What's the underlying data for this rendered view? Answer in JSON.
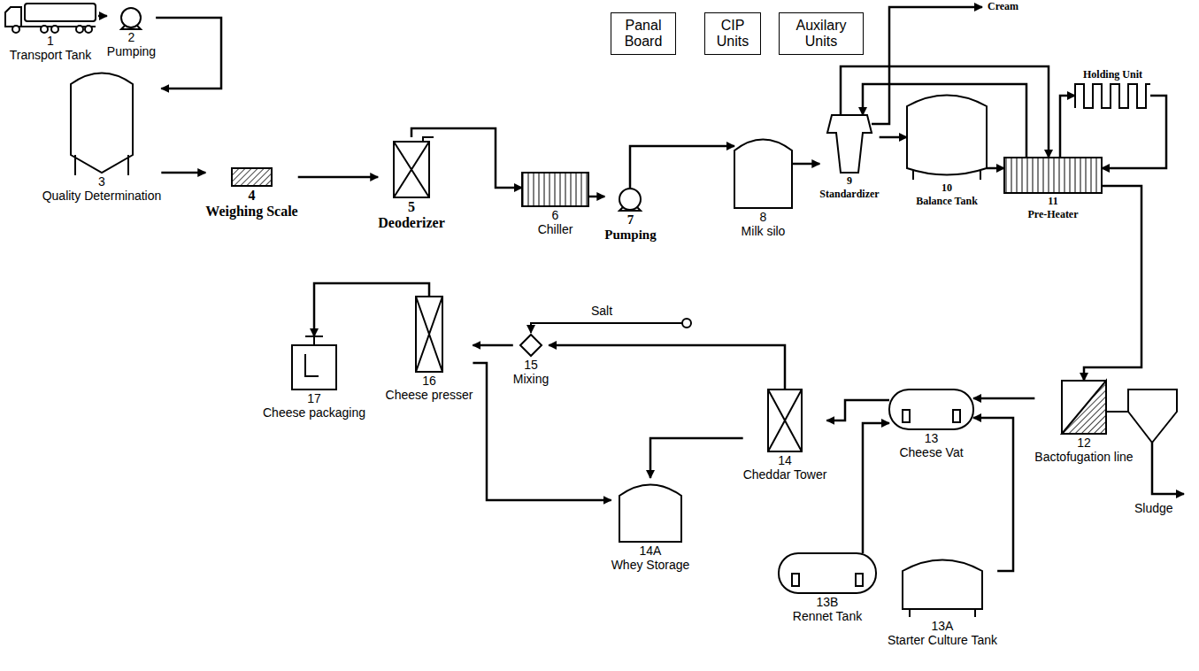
{
  "diagram": {
    "nodes": [
      {
        "text": [
          "1",
          "Transport Tank"
        ]
      },
      {
        "text": [
          "2",
          "Pumping"
        ]
      },
      {
        "text": [
          "3",
          "Quality Determination"
        ]
      },
      {
        "text": [
          "4",
          "Weighing Scale"
        ]
      },
      {
        "text": [
          "5",
          "Deoderizer"
        ]
      },
      {
        "text": [
          "6",
          "Chiller"
        ]
      },
      {
        "text": [
          "7",
          "Pumping"
        ]
      },
      {
        "text": [
          "8",
          "Milk silo"
        ]
      },
      {
        "text": [
          "9",
          "Standardizer"
        ]
      },
      {
        "text": [
          "10",
          "Balance Tank"
        ]
      },
      {
        "text": [
          "11",
          "Pre-Heater"
        ]
      },
      {
        "text": [
          "Holding Unit"
        ]
      },
      {
        "text": [
          "12",
          "Bactofugation line"
        ]
      },
      {
        "text": [
          "13",
          "Cheese Vat"
        ]
      },
      {
        "text": [
          "13A",
          "Starter Culture Tank"
        ]
      },
      {
        "text": [
          "13B",
          "Rennet Tank"
        ]
      },
      {
        "text": [
          "14",
          "Cheddar Tower"
        ]
      },
      {
        "text": [
          "14A",
          "Whey Storage"
        ]
      },
      {
        "text": [
          "15",
          "Mixing"
        ]
      },
      {
        "text": [
          "16",
          "Cheese presser"
        ]
      },
      {
        "text": [
          "17",
          "Cheese packaging"
        ]
      },
      {
        "text": [
          "Panal Board"
        ]
      },
      {
        "text": [
          "CIP Units"
        ]
      },
      {
        "text": [
          "Auxilary Units"
        ]
      }
    ],
    "edges": [
      {
        "from": 0,
        "to": 1,
        "arrow": "to"
      },
      {
        "from": 1,
        "to": 2,
        "arrow": "to"
      },
      {
        "from": 2,
        "to": 3,
        "arrow": "to"
      },
      {
        "from": 3,
        "to": 4,
        "arrow": "to"
      },
      {
        "from": 4,
        "to": 5,
        "arrow": "to"
      },
      {
        "from": 5,
        "to": 6,
        "arrow": "to"
      },
      {
        "from": 6,
        "to": 7,
        "arrow": "to"
      },
      {
        "from": 7,
        "to": 8,
        "arrow": "to"
      },
      {
        "from": 8,
        "to": 9,
        "arrow": "to"
      },
      {
        "from": 9,
        "to": 10,
        "arrow": "to"
      },
      {
        "from": 10,
        "to": 8,
        "arrow": "to"
      },
      {
        "from": 8,
        "to": 10,
        "arrow": "to"
      },
      {
        "from": 10,
        "to": 11,
        "arrow": "to"
      },
      {
        "from": 11,
        "to": 10,
        "arrow": "to"
      },
      {
        "from": 10,
        "to": 12,
        "arrow": "to"
      },
      {
        "from": 12,
        "to": 13,
        "arrow": "to"
      },
      {
        "from": 14,
        "to": 13,
        "arrow": "to"
      },
      {
        "from": 15,
        "to": 13,
        "arrow": "to"
      },
      {
        "from": 13,
        "to": 16,
        "arrow": "to"
      },
      {
        "from": 16,
        "to": 17,
        "arrow": "to"
      },
      {
        "from": 16,
        "to": 18,
        "arrow": "to"
      },
      {
        "from": 18,
        "to": 19,
        "arrow": "to"
      },
      {
        "from": 19,
        "to": 20,
        "arrow": "to"
      },
      {
        "from": 19,
        "to": 17,
        "arrow": "to"
      }
    ],
    "labels": [
      "Cream",
      "Salt",
      "Sludge"
    ]
  }
}
